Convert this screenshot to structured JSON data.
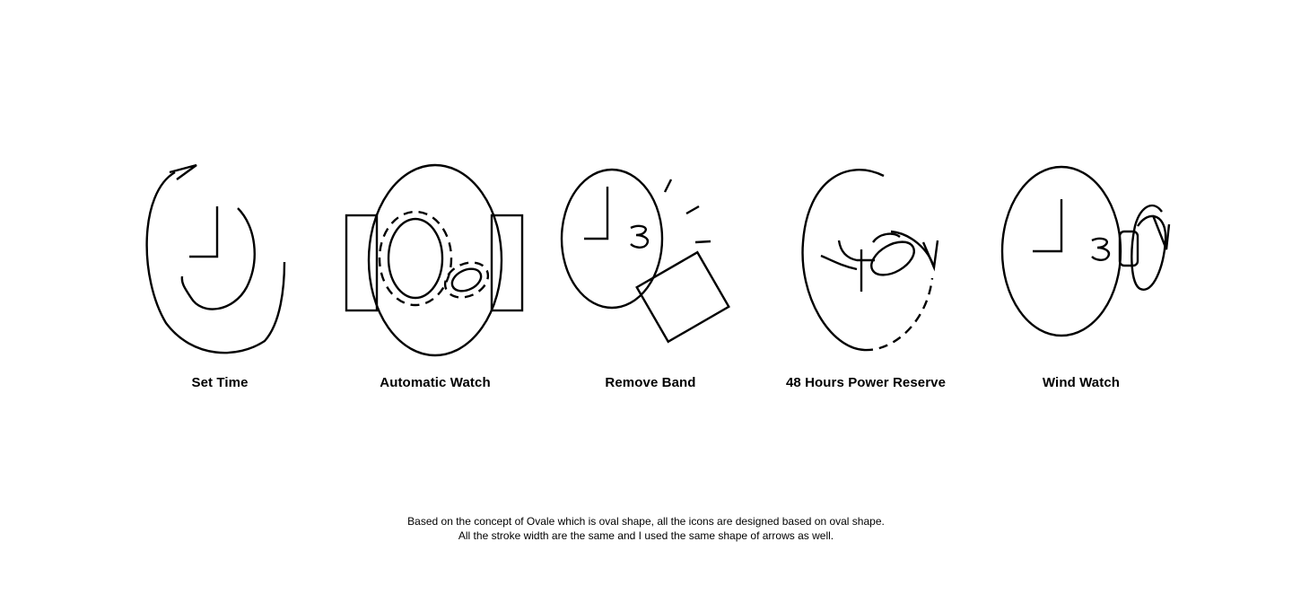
{
  "icons": [
    {
      "id": "set-time",
      "label": "Set Time",
      "icon": "set-time-icon"
    },
    {
      "id": "automatic-watch",
      "label": "Automatic Watch",
      "icon": "automatic-watch-icon"
    },
    {
      "id": "remove-band",
      "label": "Remove Band",
      "icon": "remove-band-icon"
    },
    {
      "id": "power-reserve",
      "label": "48 Hours Power Reserve",
      "icon": "power-reserve-icon"
    },
    {
      "id": "wind-watch",
      "label": "Wind Watch",
      "icon": "wind-watch-icon"
    }
  ],
  "description": {
    "line1": "Based on the concept of Ovale which is oval shape, all the icons are designed based on oval shape.",
    "line2": "All the stroke width are the same and I used the same shape of arrows as well."
  },
  "colors": {
    "background": "#ffffff",
    "stroke": "#000000"
  }
}
